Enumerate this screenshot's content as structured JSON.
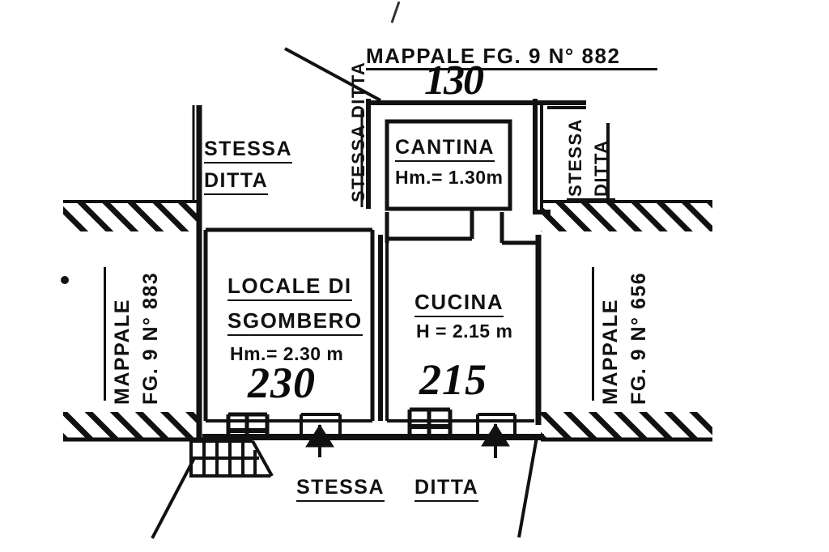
{
  "document": {
    "kind": "cadastral-floor-plan",
    "language": "it"
  },
  "header": {
    "parcel_top": "MAPPALE   FG.  9   N° 882",
    "handwritten_top": "130"
  },
  "labels": {
    "stessa_ditta_top_left_line1": "STESSA",
    "stessa_ditta_top_left_line2": "DITTA",
    "stessa_ditta_middle": "STESSA DITTA",
    "stessa_ditta_top_right_line1": "STESSA",
    "stessa_ditta_top_right_line2": "DITTA",
    "stessa_ditta_bottom_line1": "STESSA",
    "stessa_ditta_bottom_line2": "DITTA",
    "parcel_left_line1": "MAPPALE",
    "parcel_left_line2": "FG. 9  N° 883",
    "parcel_right_line1": "MAPPALE",
    "parcel_right_line2": "FG. 9  N° 656"
  },
  "rooms": [
    {
      "id": "cantina",
      "name": "CANTINA",
      "height_label": "Hm.= 1.30m",
      "handwritten": ""
    },
    {
      "id": "locale-di-sgombero",
      "name_line1": "LOCALE   DI",
      "name_line2": "SGOMBERO",
      "name": "LOCALE DI SGOMBERO",
      "height_label": "Hm.= 2.30 m",
      "handwritten": "230"
    },
    {
      "id": "cucina",
      "name": "CUCINA",
      "height_label": "H = 2.15 m",
      "handwritten": "215"
    }
  ],
  "colors": {
    "ink": "#111111",
    "paper": "#ffffff"
  }
}
